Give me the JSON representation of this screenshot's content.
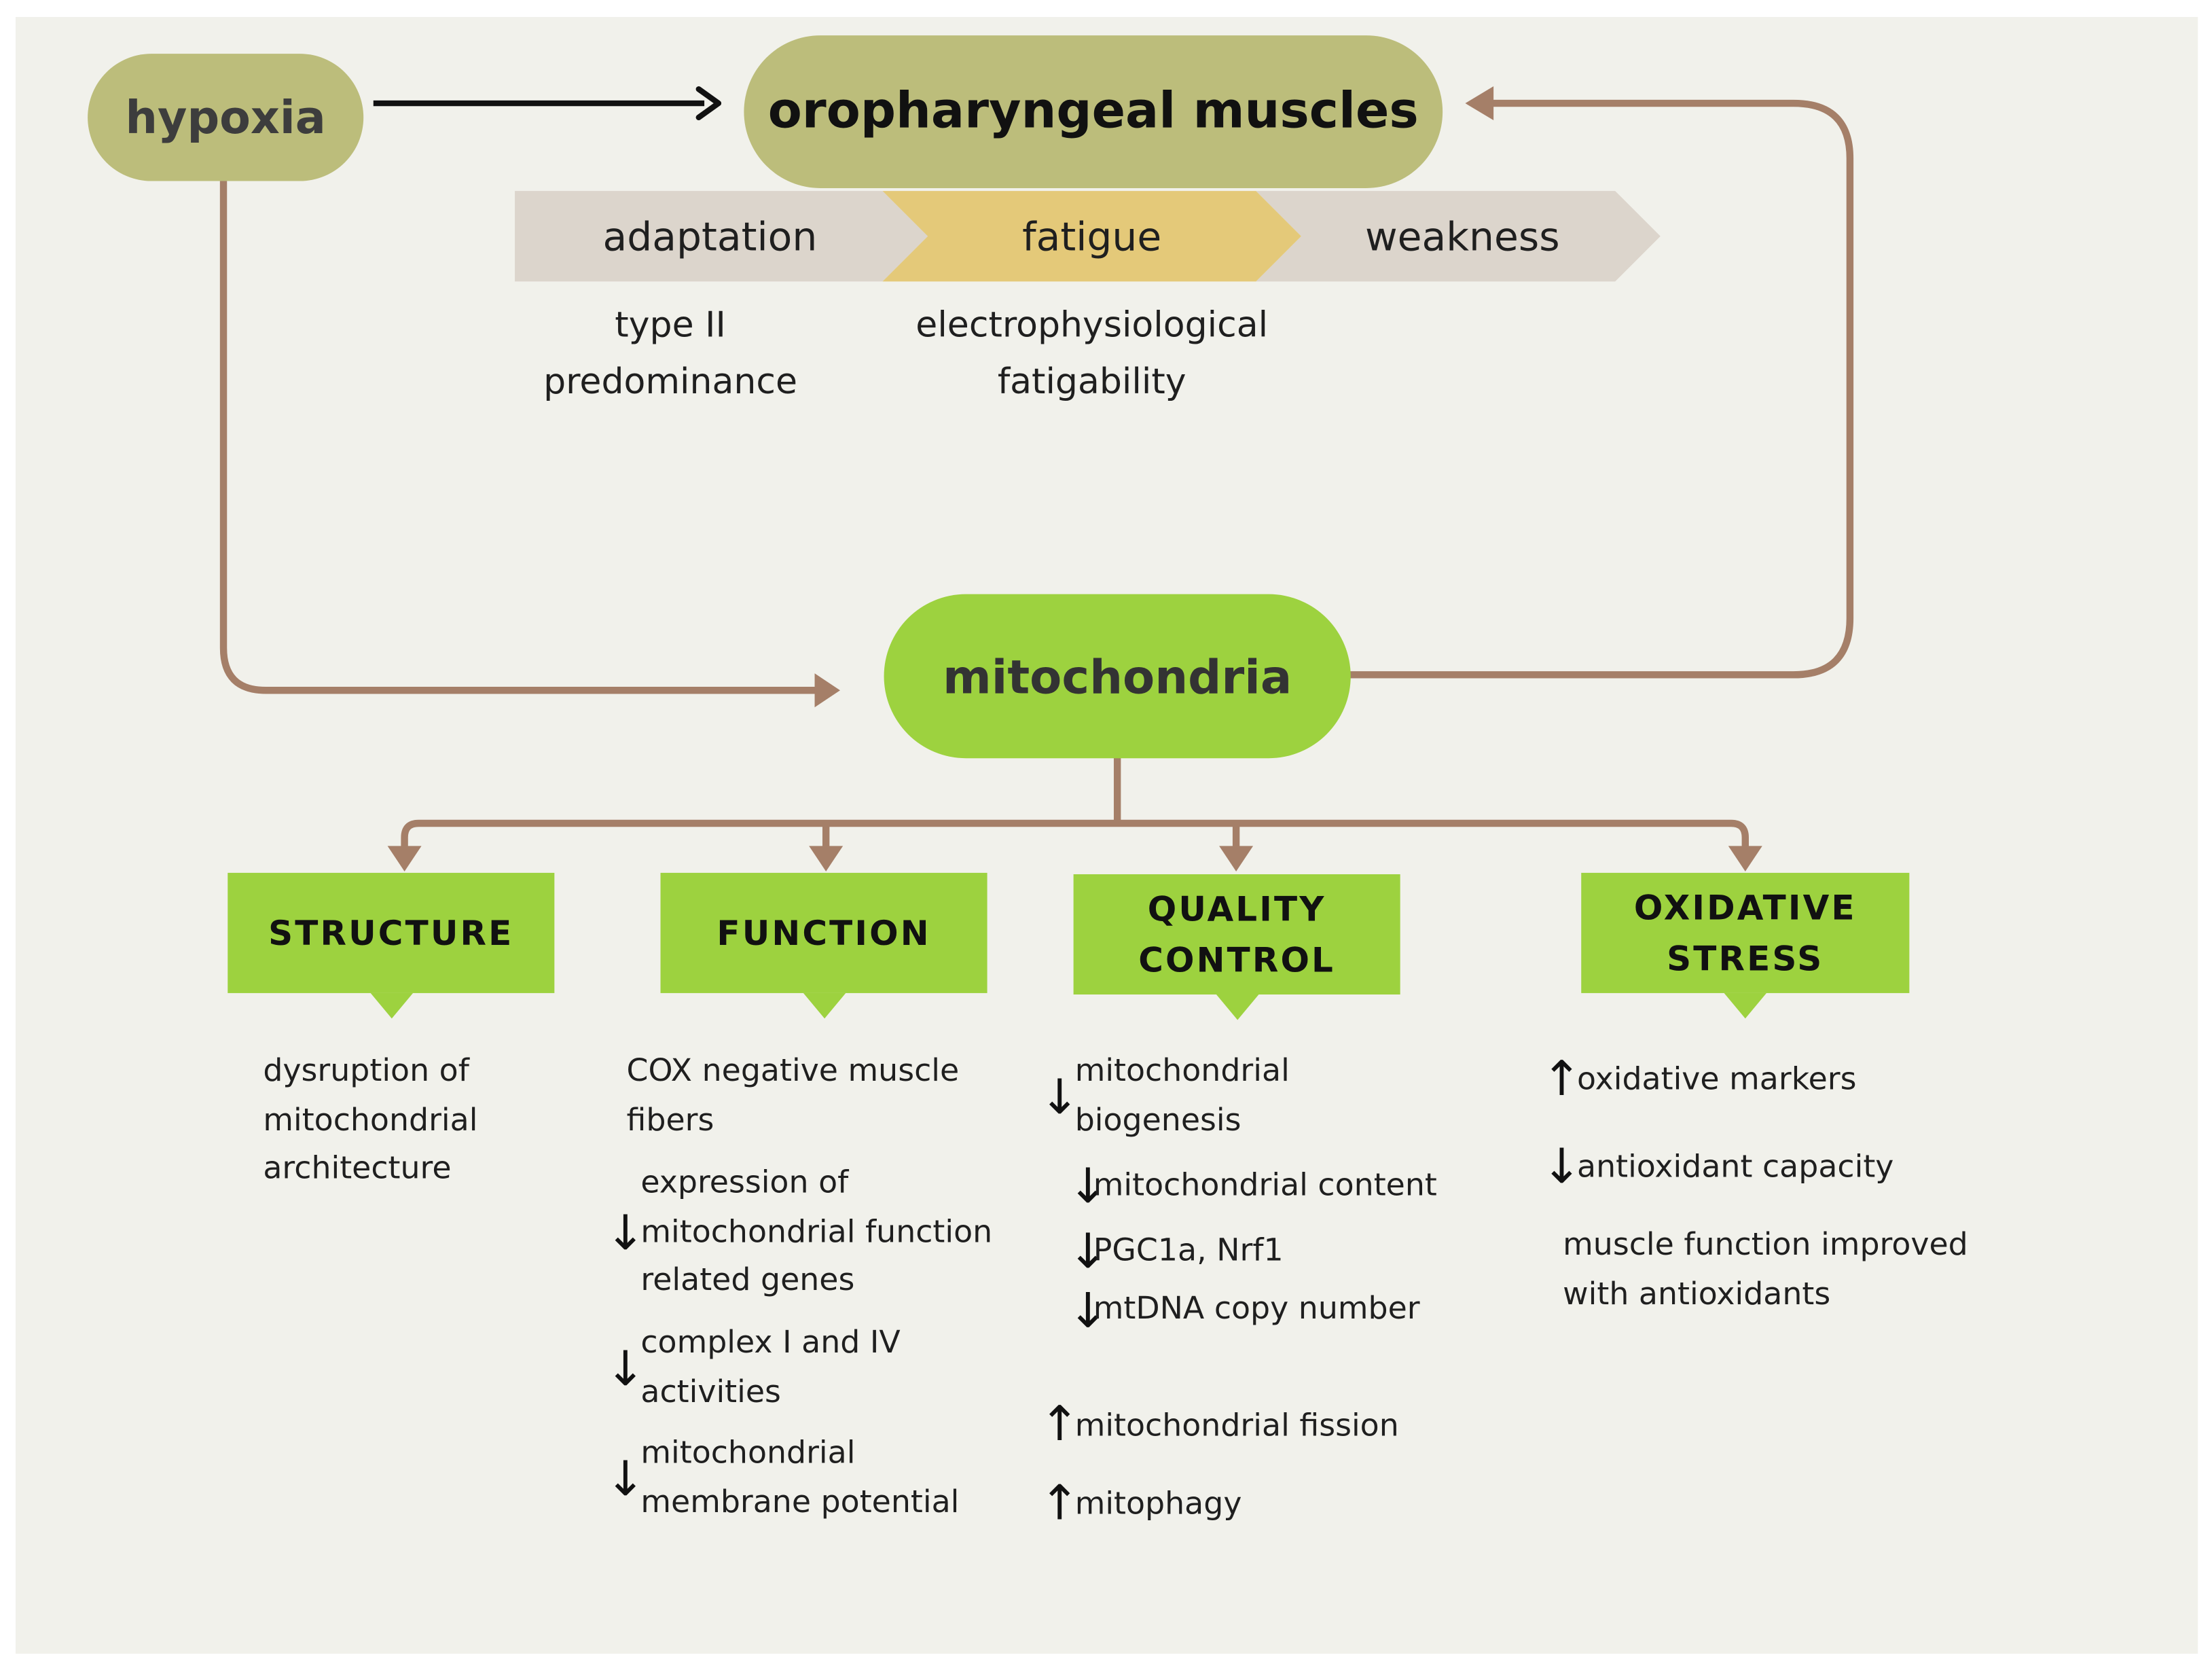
{
  "nodes": {
    "hypoxia": "hypoxia",
    "oropharyngeal": "oropharyngeal muscles",
    "mitochondria": "mitochondria"
  },
  "stages": {
    "adaptation": {
      "label": "adaptation",
      "note_lines": [
        "type II",
        "predominance"
      ]
    },
    "fatigue": {
      "label": "fatigue",
      "note_lines": [
        "electrophysiological",
        "fatigability"
      ]
    },
    "weakness": {
      "label": "weakness"
    }
  },
  "categories": {
    "structure": {
      "label": "STRUCTURE",
      "items": [
        {
          "text": "dysruption of\nmitochondrial\narchitecture"
        }
      ]
    },
    "function": {
      "label": "FUNCTION",
      "items": [
        {
          "text": "COX negative muscle\nfibers"
        },
        {
          "arrow": "↓",
          "text": "expression of\nmitochondrial function\nrelated genes"
        },
        {
          "arrow": "↓",
          "text": "complex I and IV\nactivities"
        },
        {
          "arrow": "↓",
          "text": "mitochondrial\nmembrane potential"
        }
      ]
    },
    "quality_control": {
      "label": "QUALITY\nCONTROL",
      "items": [
        {
          "arrow": "↓",
          "text": "mitochondrial\nbiogenesis"
        },
        {
          "arrow": "↓",
          "text": "mitochondrial content"
        },
        {
          "arrow": "↓",
          "text": "PGC1a, Nrf1"
        },
        {
          "arrow": "↓",
          "text": "mtDNA copy number"
        },
        {
          "arrow": "↑",
          "text": "mitochondrial fission"
        },
        {
          "arrow": "↑",
          "text": "mitophagy"
        }
      ]
    },
    "oxidative_stress": {
      "label": "OXIDATIVE\nSTRESS",
      "items": [
        {
          "arrow": "↑",
          "text": "oxidative markers"
        },
        {
          "arrow": "↓",
          "text": "antioxidant capacity"
        },
        {
          "text": "muscle function improved\nwith antioxidants"
        }
      ]
    }
  },
  "colors": {
    "background": "#f1f1eb",
    "olive": "#bcbd7b",
    "lime": "#9dd23f",
    "connector": "#a57f68",
    "stage_grey": "#dcd5cc",
    "stage_gold": "#e4c979"
  }
}
